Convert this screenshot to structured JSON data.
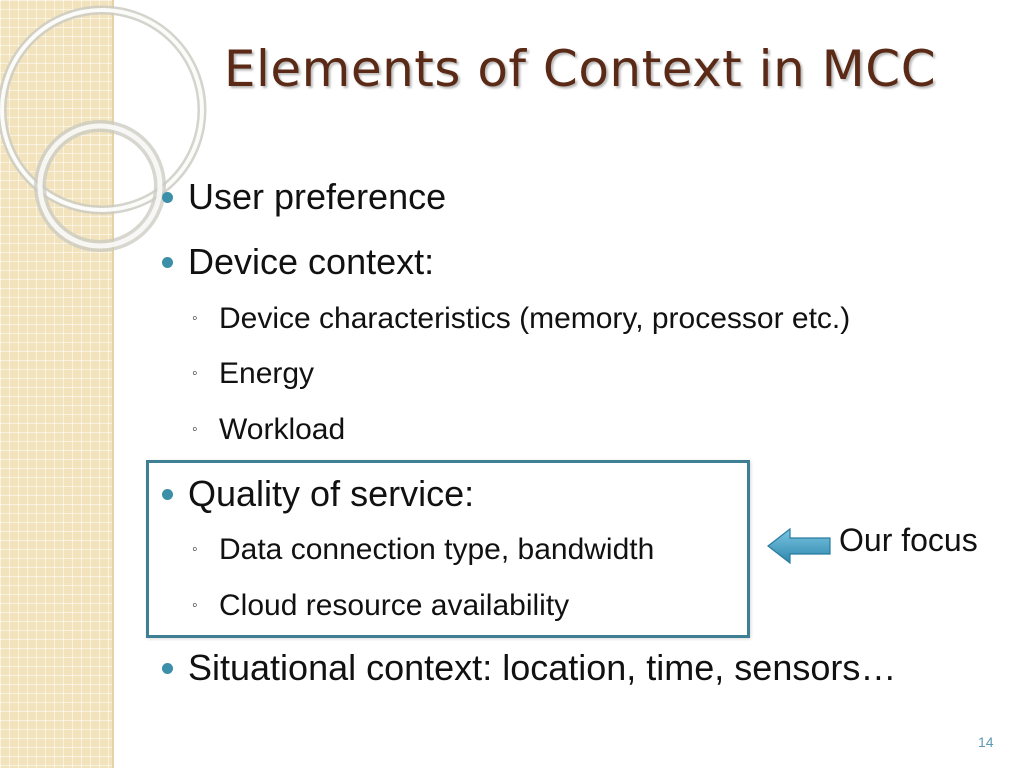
{
  "slide": {
    "title": "Elements of Context in MCC",
    "bullets": [
      {
        "text": "User preference",
        "level": 1
      },
      {
        "text": "Device context:",
        "level": 1
      },
      {
        "text": "Device characteristics (memory, processor etc.)",
        "level": 2
      },
      {
        "text": "Energy",
        "level": 2
      },
      {
        "text": "Workload",
        "level": 2
      },
      {
        "text": "Quality of service:",
        "level": 1
      },
      {
        "text": "Data connection type, bandwidth",
        "level": 2
      },
      {
        "text": "Cloud resource availability",
        "level": 2
      },
      {
        "text": "Situational context: location, time, sensors…",
        "level": 1
      }
    ],
    "callout": {
      "label": "Our focus",
      "icon": "left-arrow-icon"
    },
    "slide_number": "14"
  },
  "colors": {
    "title": "#5a2a16",
    "bullet": "#3b8fa8",
    "highlight_border": "#3f7f93",
    "arrow": "#3a9ac2",
    "side_panel": "#f2e3bd",
    "slide_number": "#5b9ab0"
  }
}
